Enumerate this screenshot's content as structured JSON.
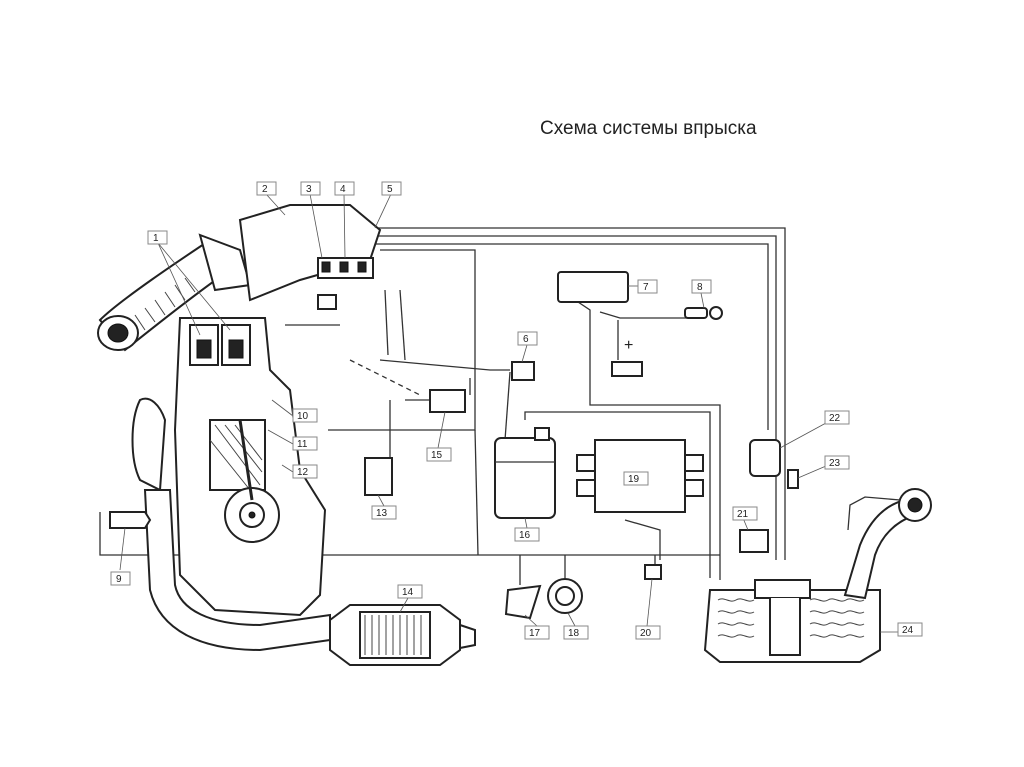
{
  "title": "Схема системы впрыска",
  "callouts": [
    {
      "label": "1"
    },
    {
      "label": "2"
    },
    {
      "label": "3"
    },
    {
      "label": "4"
    },
    {
      "label": "5"
    },
    {
      "label": "6"
    },
    {
      "label": "7"
    },
    {
      "label": "8"
    },
    {
      "label": "9"
    },
    {
      "label": "10"
    },
    {
      "label": "11"
    },
    {
      "label": "12"
    },
    {
      "label": "13"
    },
    {
      "label": "14"
    },
    {
      "label": "15"
    },
    {
      "label": "16"
    },
    {
      "label": "17"
    },
    {
      "label": "18"
    },
    {
      "label": "19"
    },
    {
      "label": "20"
    },
    {
      "label": "21"
    },
    {
      "label": "22"
    },
    {
      "label": "23"
    },
    {
      "label": "24"
    }
  ],
  "battery_plus": "+"
}
